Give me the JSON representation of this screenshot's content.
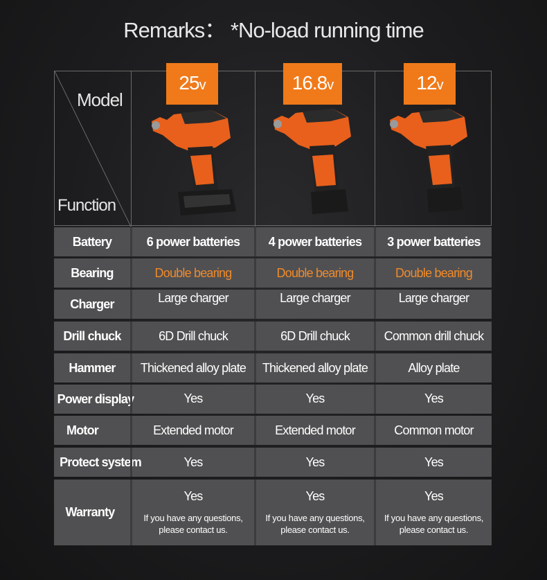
{
  "title": "Remarks： *No-load running time",
  "header": {
    "model_label": "Model",
    "function_label": "Function",
    "models": [
      {
        "voltage_value": "25",
        "voltage_unit": "v"
      },
      {
        "voltage_value": "16.8",
        "voltage_unit": "v"
      },
      {
        "voltage_value": "12",
        "voltage_unit": "v"
      }
    ]
  },
  "rows": [
    {
      "label": "Battery",
      "values": [
        "6 power batteries",
        "4 power batteries",
        "3 power batteries"
      ]
    },
    {
      "label": "Bearing",
      "values": [
        "Double bearing",
        "Double bearing",
        "Double bearing"
      ]
    },
    {
      "label": "Charger",
      "values": [
        "Large charger",
        "Large charger",
        "Large charger"
      ]
    },
    {
      "label": "Drill chuck",
      "values": [
        "6D Drill chuck",
        "6D Drill chuck",
        "Common drill chuck"
      ]
    },
    {
      "label": "Hammer",
      "values": [
        "Thickened alloy plate",
        "Thickened alloy plate",
        "Alloy plate"
      ]
    },
    {
      "label": "Power display",
      "values": [
        "Yes",
        "Yes",
        "Yes"
      ]
    },
    {
      "label": "Motor",
      "values": [
        "Extended motor",
        "Extended motor",
        "Common motor"
      ]
    },
    {
      "label": "Protect system",
      "values": [
        "Yes",
        "Yes",
        "Yes"
      ]
    },
    {
      "label": "Warranty",
      "values": [
        "Yes",
        "Yes",
        "Yes"
      ],
      "note": "If you have any questions, please contact us."
    }
  ],
  "colors": {
    "accent": "#f07a1a",
    "bearing_text": "#f08a2a",
    "row_bg": "#505052"
  },
  "icons": [
    "cordless-drill-icon"
  ]
}
